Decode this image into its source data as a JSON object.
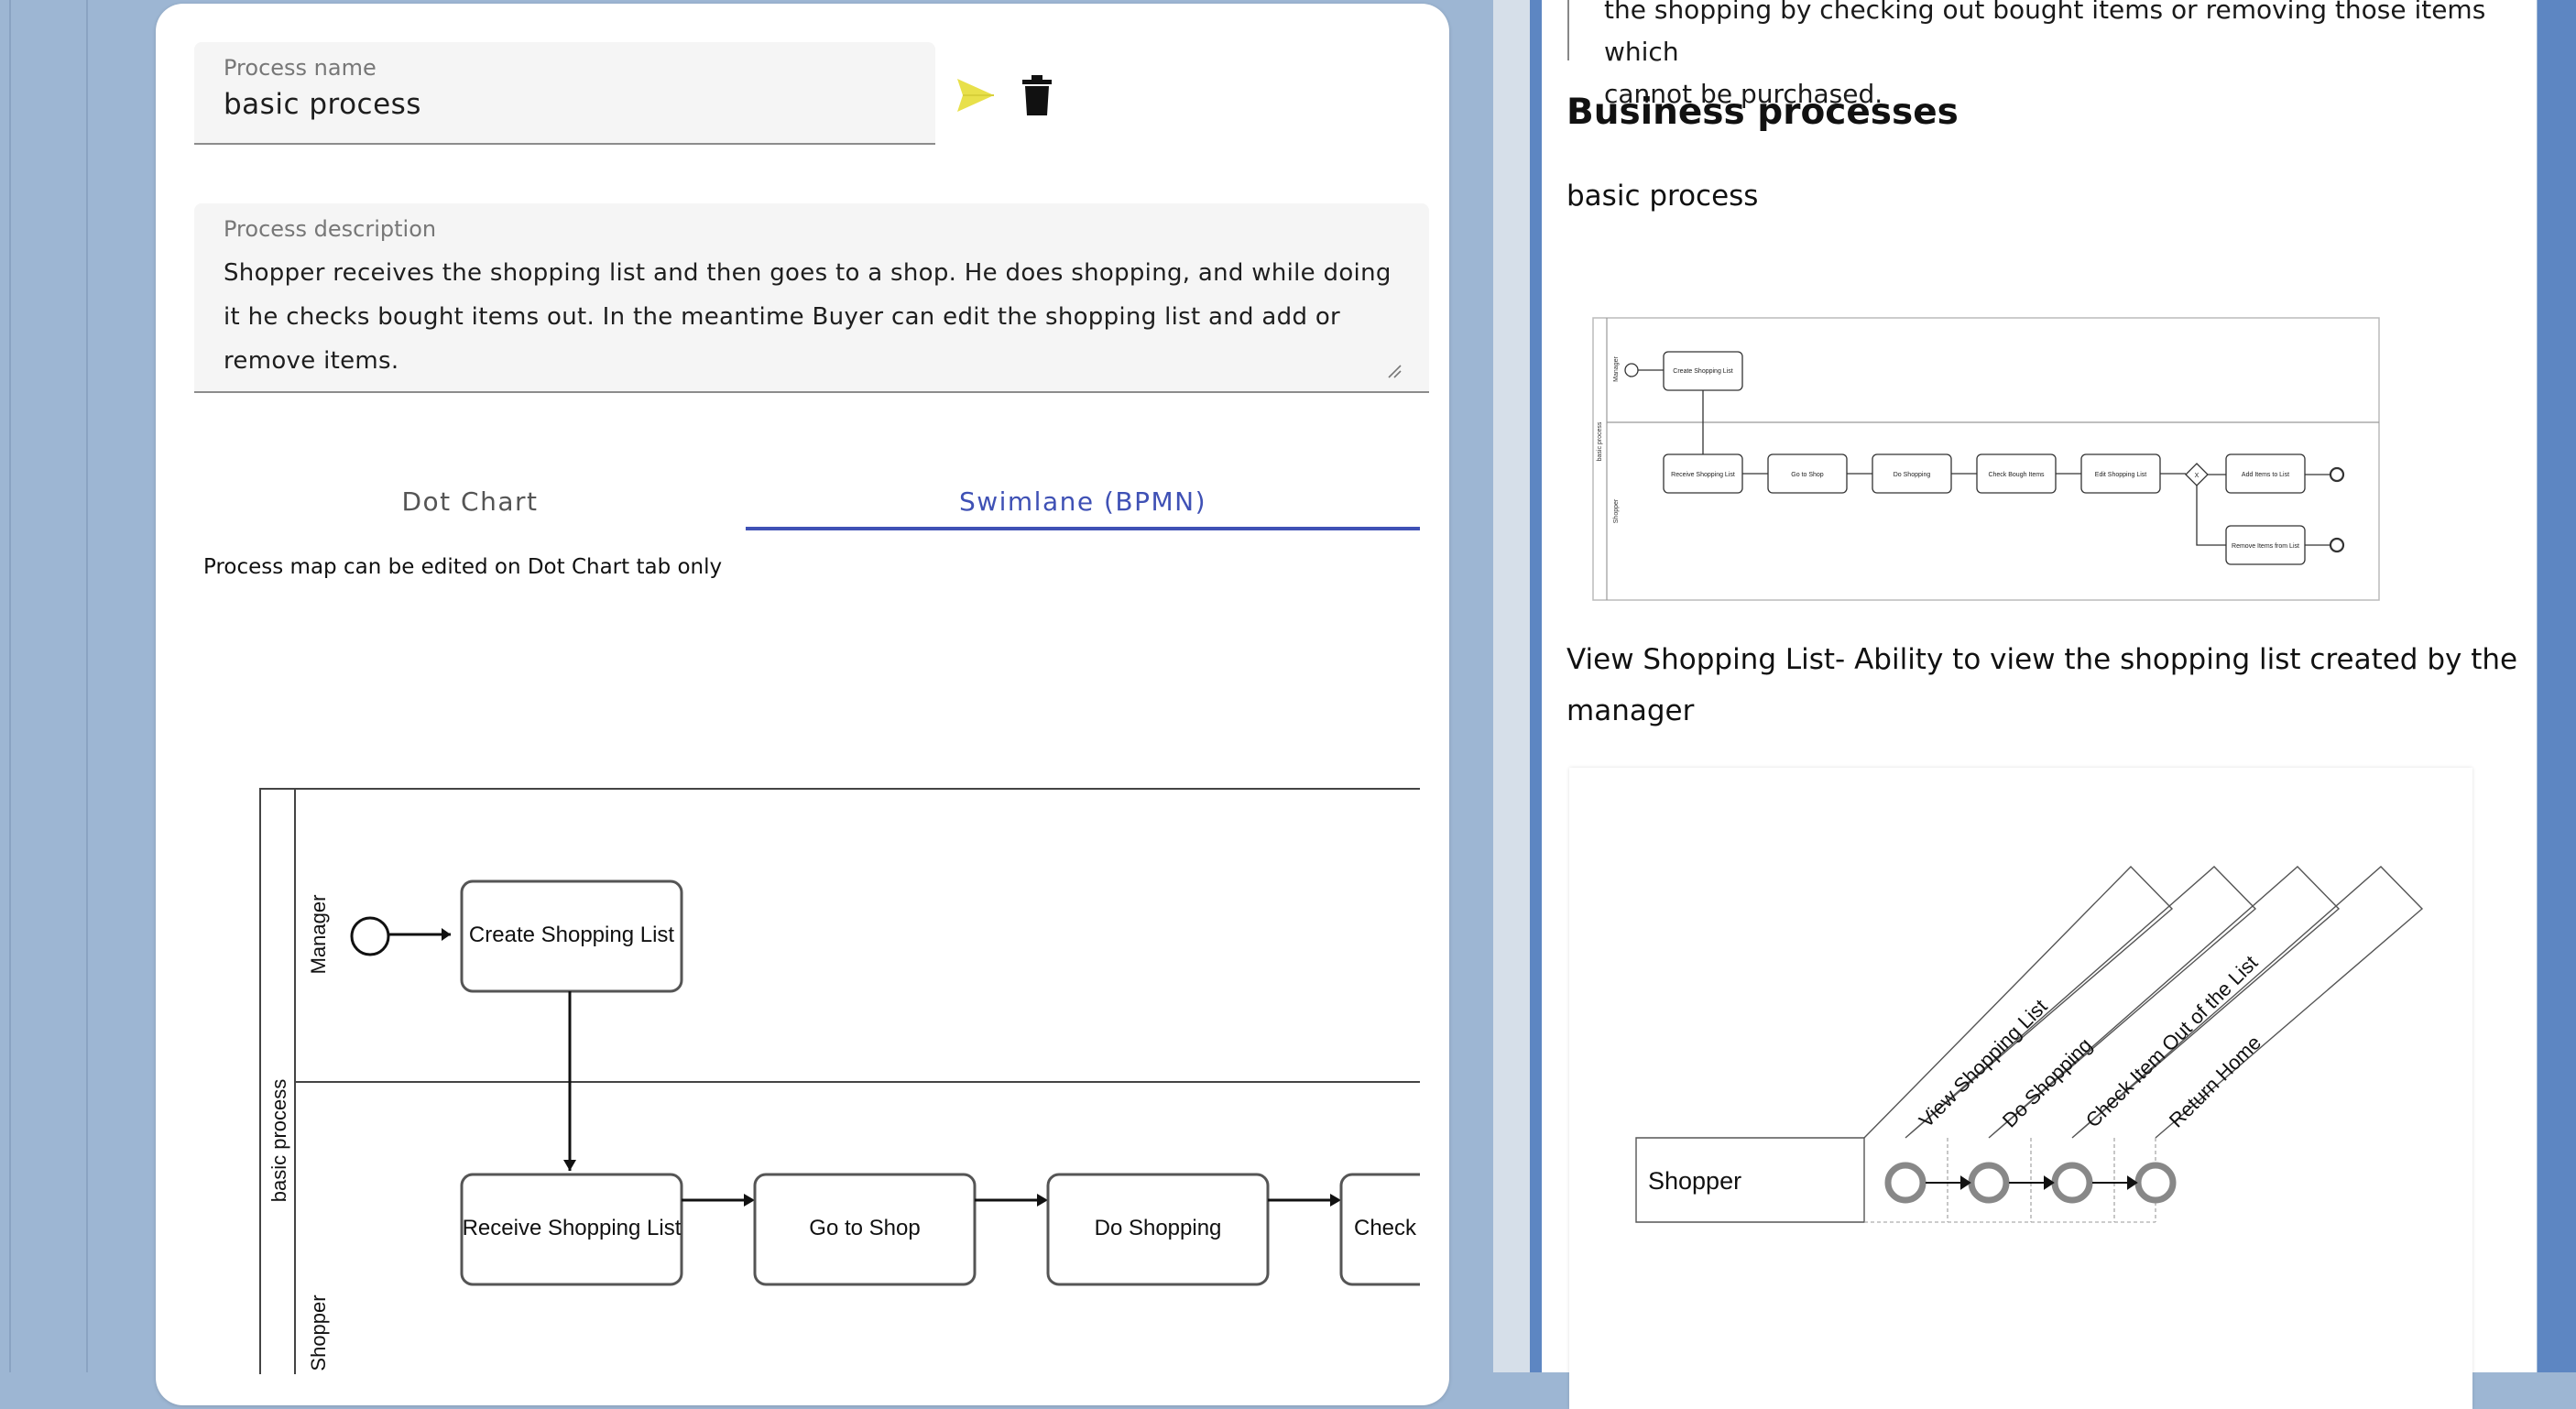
{
  "process_form": {
    "name_label": "Process name",
    "name_value": "basic process",
    "description_label": "Process description",
    "description_value": "Shopper receives the shopping list and then goes to a shop. He does shopping, and while doing it he checks bought items out. In the meantime Buyer can edit the shopping list and add or remove items.",
    "send_icon": "send-icon",
    "delete_icon": "trash-icon"
  },
  "tabs": [
    {
      "label": "Dot Chart",
      "active": false
    },
    {
      "label": "Swimlane (BPMN)",
      "active": true
    }
  ],
  "edit_note": "Process map can be edited on Dot Chart tab only",
  "swimlane": {
    "pool": "basic process",
    "lanes": [
      "Manager",
      "Shopper"
    ],
    "tasks": [
      "Create Shopping List",
      "Receive Shopping List",
      "Go to Shop",
      "Do Shopping",
      "Check"
    ]
  },
  "right_panel": {
    "quote_text_1": "the shopping by checking out bought items or removing those items which",
    "quote_text_2": "cannot be purchased.",
    "section_title": "Business processes",
    "process_title": "basic process",
    "thumbnail": {
      "pool": "basic process",
      "lanes": [
        "Manager",
        "Shopper"
      ],
      "tasks": [
        "Create Shopping List",
        "Receive Shopping List",
        "Go to Shop",
        "Do Shopping",
        "Check Bough Items",
        "Edit Shopping List",
        "Add Items to List",
        "Remove Items from List"
      ],
      "gateway": "X"
    },
    "feature_text": "View Shopping List- Ability to view the shopping list created by the manager",
    "dot_chart": {
      "actor": "Shopper",
      "steps": [
        "View Shopping List",
        "Do Shopping",
        "Check Item Out of the List",
        "Return Home"
      ]
    }
  },
  "colors": {
    "background": "#9db6d3",
    "accent": "#3f51b5",
    "send": "#e8e04a",
    "right_strip": "#5d86c2"
  }
}
